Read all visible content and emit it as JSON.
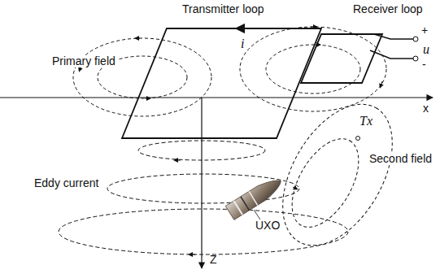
{
  "diagram": {
    "labels": [
      "Transmitter loop",
      "Receiver loop",
      "i",
      "+",
      "u",
      "-",
      "Primary field",
      "x",
      "Tx",
      "Second field",
      "Eddy current",
      "UXO",
      "Z"
    ]
  }
}
